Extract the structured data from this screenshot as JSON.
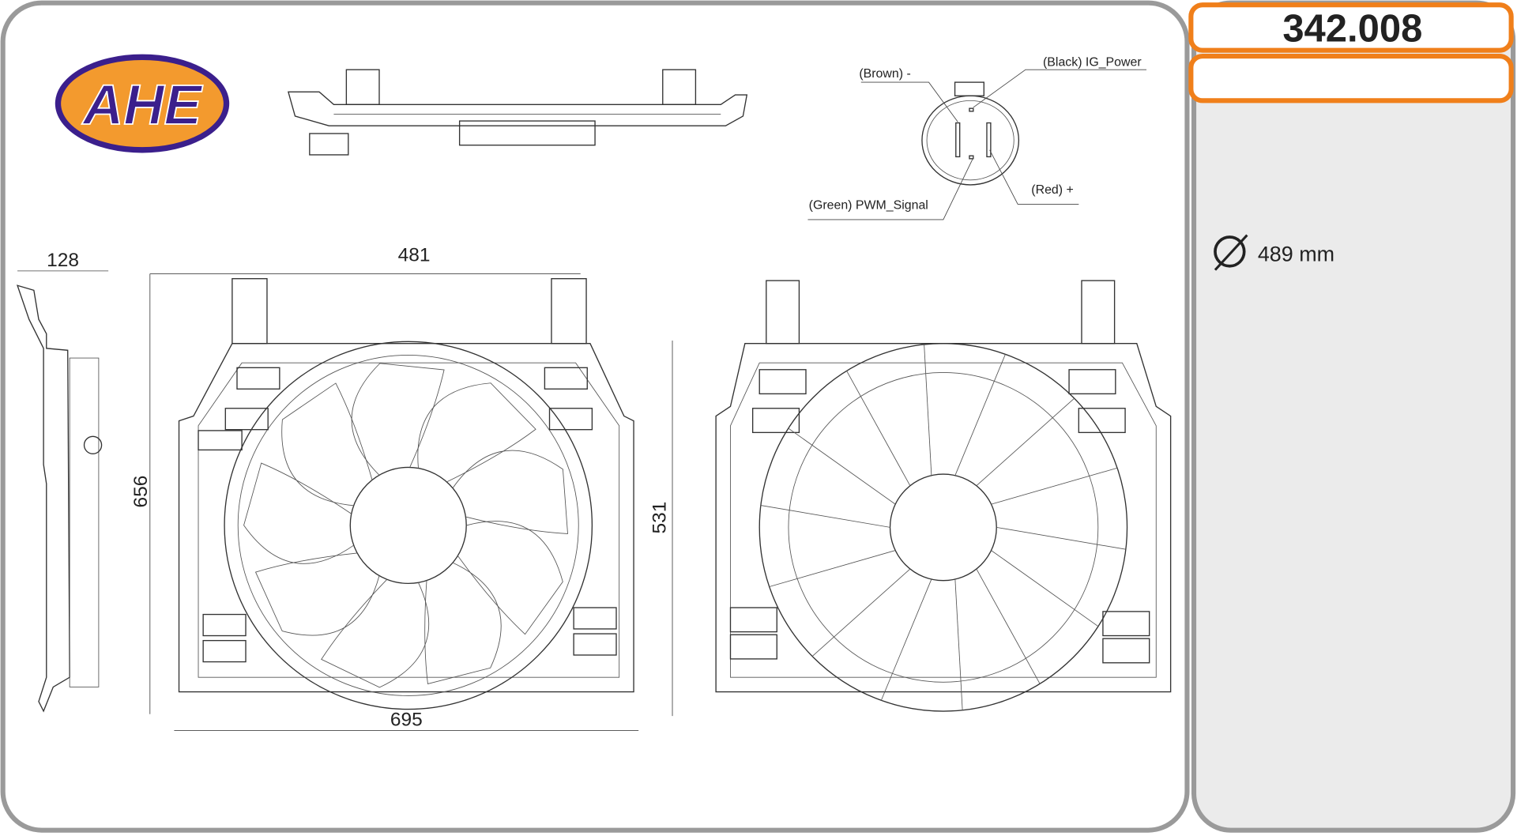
{
  "part_number": "342.008",
  "secondary_box": "",
  "logo_text": "AHE",
  "diameter": {
    "icon": "diameter-icon",
    "value": "489 mm"
  },
  "dimensions": {
    "depth": "128",
    "width_top": "481",
    "height_total": "656",
    "height_shroud": "531",
    "width_bottom": "695"
  },
  "connector": {
    "brown": "(Brown) -",
    "black": "(Black) IG_Power",
    "red": "(Red) +",
    "green": "(Green) PWM_Signal"
  },
  "colors": {
    "accent": "#f07f1a",
    "logo_purple": "#3b1f8c",
    "panel_border": "#9a9a9a",
    "panel_fill": "#ebebeb"
  }
}
